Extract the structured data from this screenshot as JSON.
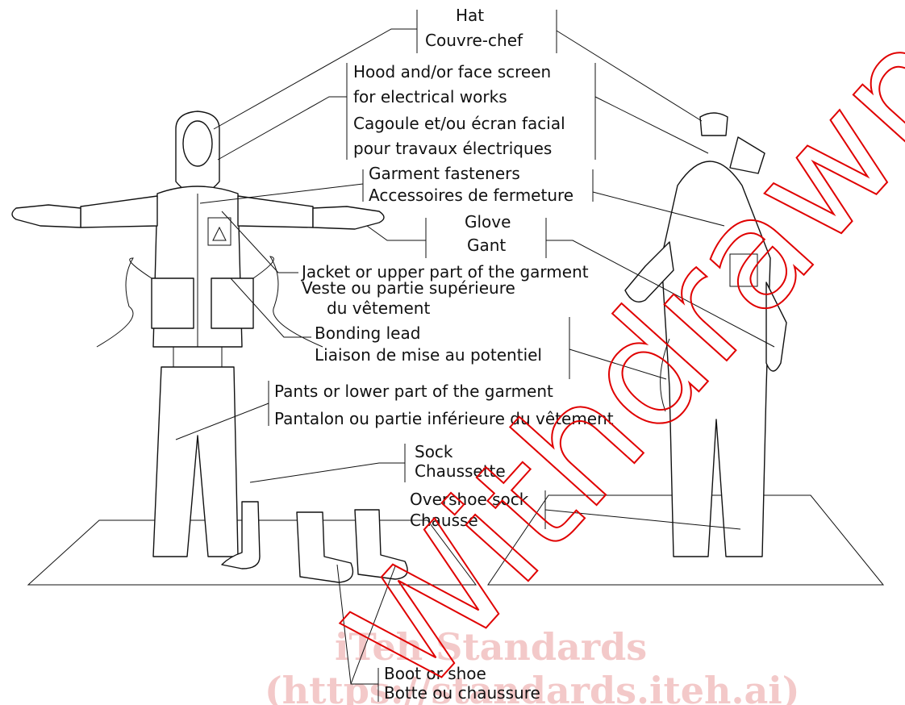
{
  "callouts": {
    "hat": [
      "Hat",
      "Couvre-chef"
    ],
    "hood": [
      "Hood and/or face screen",
      "for electrical works",
      "Cagoule et/ou écran facial",
      "pour travaux électriques"
    ],
    "fasteners": [
      "Garment fasteners",
      "Accessoires de fermeture"
    ],
    "glove": [
      "Glove",
      "Gant"
    ],
    "jacket": [
      "Jacket or upper part of the garment",
      "Veste ou partie supérieure",
      "du vêtement"
    ],
    "bonding": [
      "Bonding lead",
      "Liaison de mise au potentiel"
    ],
    "pants": [
      "Pants or lower part of the garment",
      "Pantalon ou partie inférieure du vêtement"
    ],
    "sock": [
      "Sock",
      "Chaussette"
    ],
    "overshoe": [
      "Overshoe sock",
      "Chausse"
    ],
    "boot": [
      "Boot or shoe",
      "Botte ou chaussure"
    ]
  },
  "watermark": {
    "stamp": "Withdrawn",
    "line1": "iTeh Standards",
    "line2": "(https://standards.iteh.ai)"
  },
  "colors": {
    "line": "#111111",
    "stamp": "#e00000",
    "watermark": "#f3c9c9"
  }
}
